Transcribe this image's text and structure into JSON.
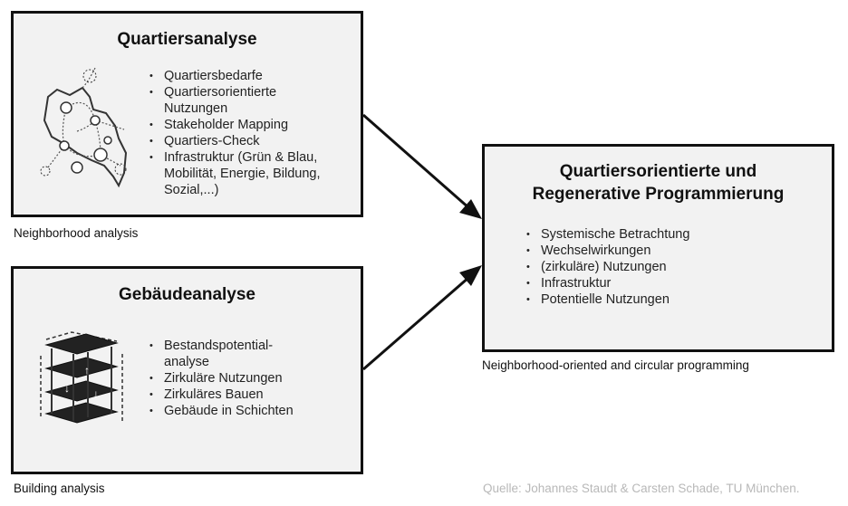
{
  "boxes": {
    "neighborhood": {
      "title": "Quartiersanalyse",
      "items": [
        "Quartiersbedarfe",
        "Quartiersorientierte\nNutzungen",
        "Stakeholder Mapping",
        "Quartiers-Check",
        "Infrastruktur (Grün & Blau,\nMobilität, Energie, Bildung,\nSozial,...)"
      ],
      "caption": "Neighborhood analysis",
      "icon": "neighborhood-map-icon"
    },
    "building": {
      "title": "Gebäudeanalyse",
      "items": [
        "Bestandspotential-\nanalyse",
        "Zirkuläre Nutzungen",
        "Zirkuläres Bauen",
        "Gebäude in Schichten"
      ],
      "caption": "Building analysis",
      "icon": "building-layers-icon"
    },
    "programming": {
      "title_line1": "Quartiersorientierte und",
      "title_line2": "Regenerative Programmierung",
      "items": [
        "Systemische Betrachtung",
        "Wechselwirkungen",
        "(zirkuläre) Nutzungen",
        "Infrastruktur",
        "Potentielle Nutzungen"
      ],
      "caption": "Neighborhood-oriented and circular programming"
    }
  },
  "source": "Quelle: Johannes Staudt & Carsten Schade, TU München."
}
